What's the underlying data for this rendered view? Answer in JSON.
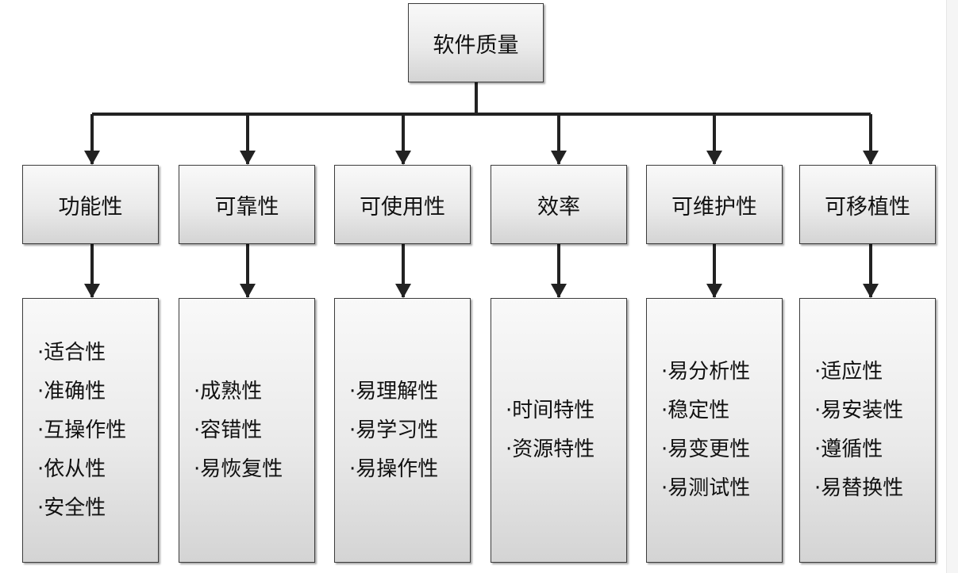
{
  "root": {
    "label": "软件质量"
  },
  "categories": [
    {
      "label": "功能性",
      "items": [
        "·适合性",
        "·准确性",
        "·互操作性",
        "·依从性",
        "·安全性"
      ]
    },
    {
      "label": "可靠性",
      "items": [
        "·成熟性",
        "·容错性",
        "·易恢复性"
      ]
    },
    {
      "label": "可使用性",
      "items": [
        "·易理解性",
        "·易学习性",
        "·易操作性"
      ]
    },
    {
      "label": "效率",
      "items": [
        "·时间特性",
        "·资源特性"
      ]
    },
    {
      "label": "可维护性",
      "items": [
        "·易分析性",
        "·稳定性",
        "·易变更性",
        "·易测试性"
      ]
    },
    {
      "label": "可移植性",
      "items": [
        "·适应性",
        "·易安装性",
        "·遵循性",
        "·易替换性"
      ]
    }
  ],
  "colors": {
    "line": "#222222",
    "box_border": "#3c3c3c",
    "box_fill_top": "#f9f9f9",
    "box_fill_bottom": "#d4d4d4"
  }
}
